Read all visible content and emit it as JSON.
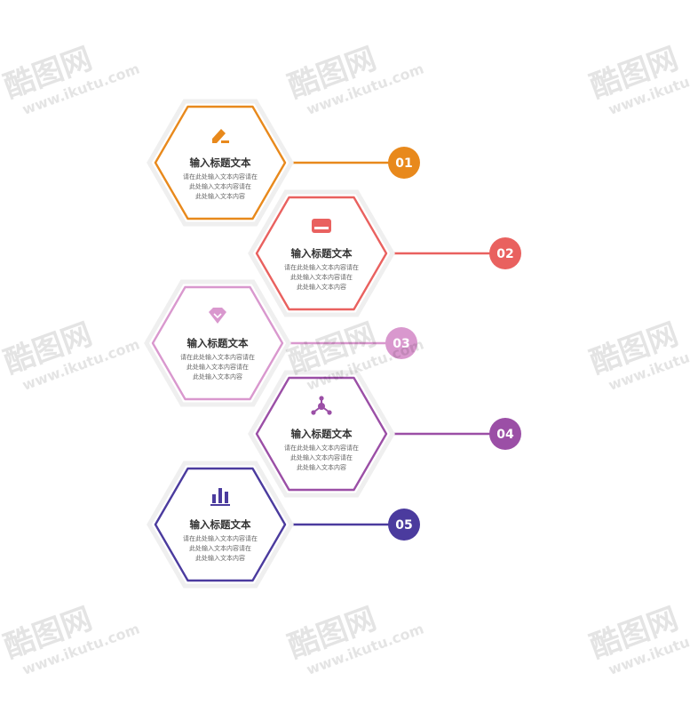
{
  "steps": [
    {
      "number": "01",
      "title": "输入标题文本",
      "desc": [
        "请在此处输入文本内容请在",
        "此处输入文本内容请在",
        "此处输入文本内容"
      ],
      "color": "#E8891C",
      "icon": "pen-icon"
    },
    {
      "number": "02",
      "title": "输入标题文本",
      "desc": [
        "请在此处输入文本内容请在",
        "此处输入文本内容请在",
        "此处输入文本内容"
      ],
      "color": "#E9615F",
      "icon": "drive-icon"
    },
    {
      "number": "03",
      "title": "输入标题文本",
      "desc": [
        "请在此处输入文本内容请在",
        "此处输入文本内容请在",
        "此处输入文本内容"
      ],
      "color": "#D998CE",
      "icon": "diamond-icon"
    },
    {
      "number": "04",
      "title": "输入标题文本",
      "desc": [
        "请在此处输入文本内容请在",
        "此处输入文本内容请在",
        "此处输入文本内容"
      ],
      "color": "#9B4FA6",
      "icon": "molecule-icon"
    },
    {
      "number": "05",
      "title": "输入标题文本",
      "desc": [
        "请在此处输入文本内容请在",
        "此处输入文本内容请在",
        "此处输入文本内容"
      ],
      "color": "#4B3B9E",
      "icon": "bar-chart-icon"
    }
  ],
  "watermark": {
    "logo": "酷图网",
    "url": "www.ikutu.com"
  }
}
